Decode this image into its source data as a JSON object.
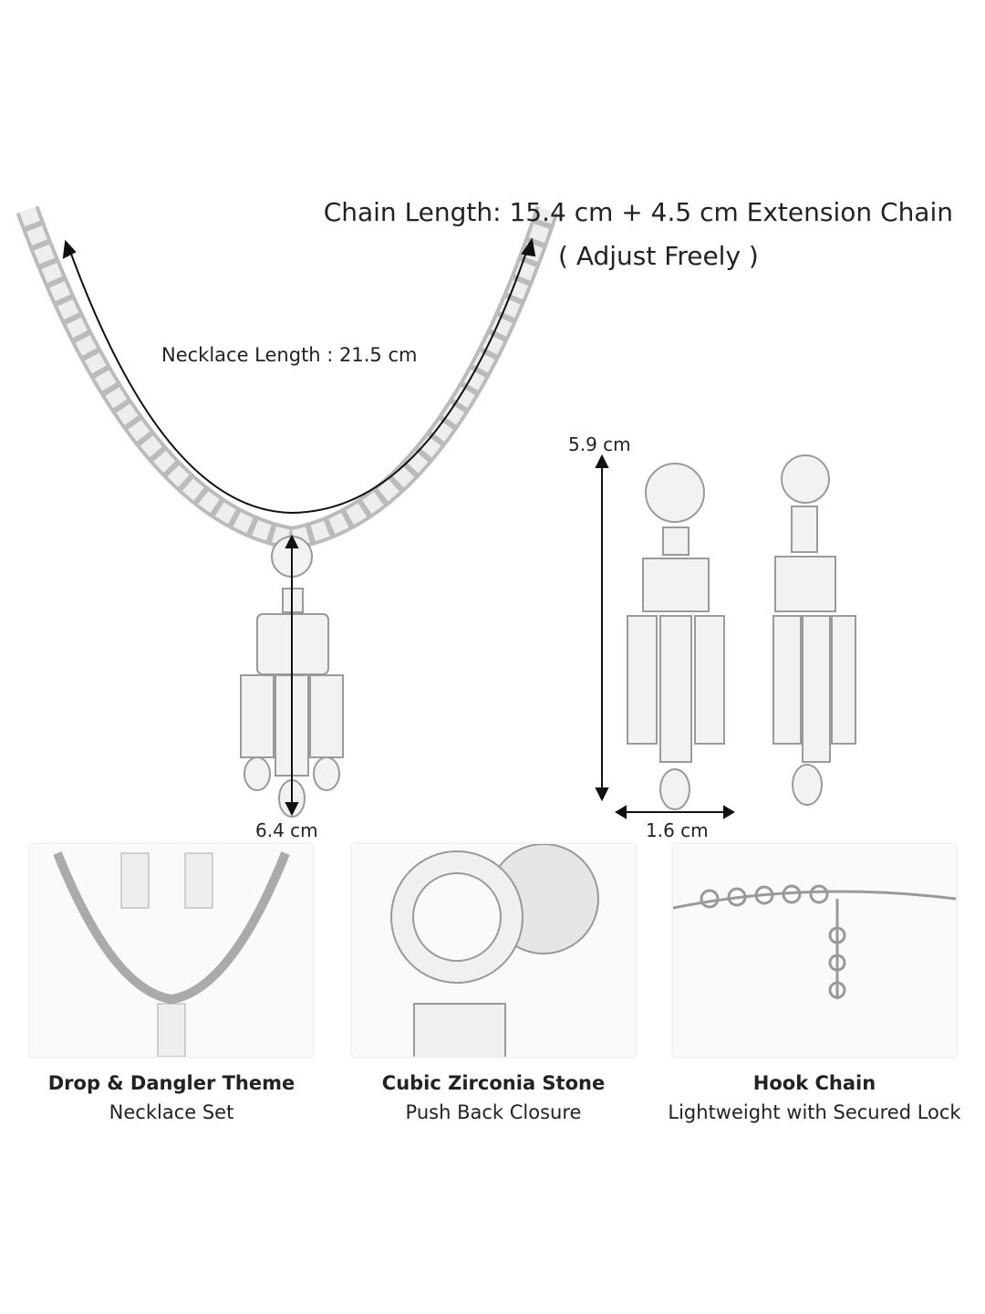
{
  "annotations": {
    "chain_length": "Chain Length: 15.4 cm + 4.5 cm Extension Chain",
    "adjust": "( Adjust Freely )",
    "necklace_length": "Necklace Length : 21.5 cm",
    "earring_height": "5.9 cm",
    "pendant_length": "6.4 cm",
    "earring_width": "1.6 cm"
  },
  "features": [
    {
      "title": "Drop & Dangler Theme",
      "subtitle": "Necklace Set"
    },
    {
      "title": "Cubic Zirconia Stone",
      "subtitle": "Push Back Closure"
    },
    {
      "title": "Hook Chain",
      "subtitle": "Lightweight with Secured Lock"
    }
  ]
}
